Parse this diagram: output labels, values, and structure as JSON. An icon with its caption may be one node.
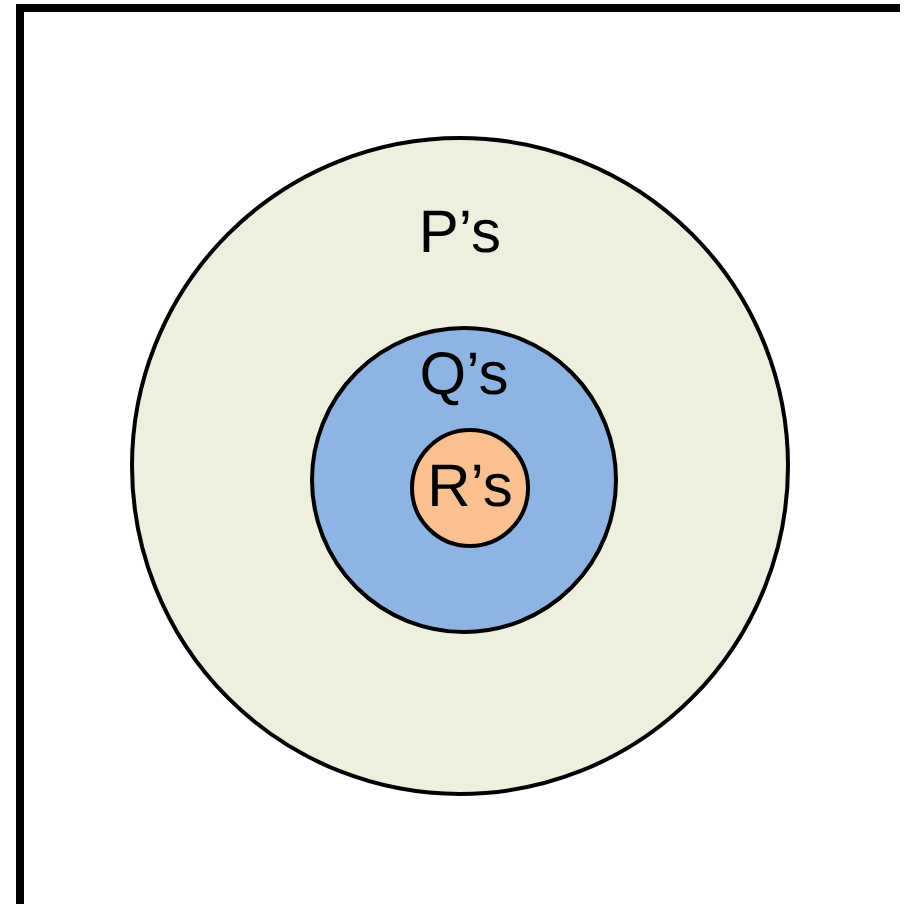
{
  "diagram": {
    "nodes": [
      {
        "text": [],
        "shape": "box"
      },
      {
        "text": [
          "P’s"
        ],
        "in": 0
      },
      {
        "text": [
          "Q’s"
        ],
        "in": 1
      },
      {
        "text": [
          "R’s"
        ],
        "in": 2
      }
    ]
  }
}
